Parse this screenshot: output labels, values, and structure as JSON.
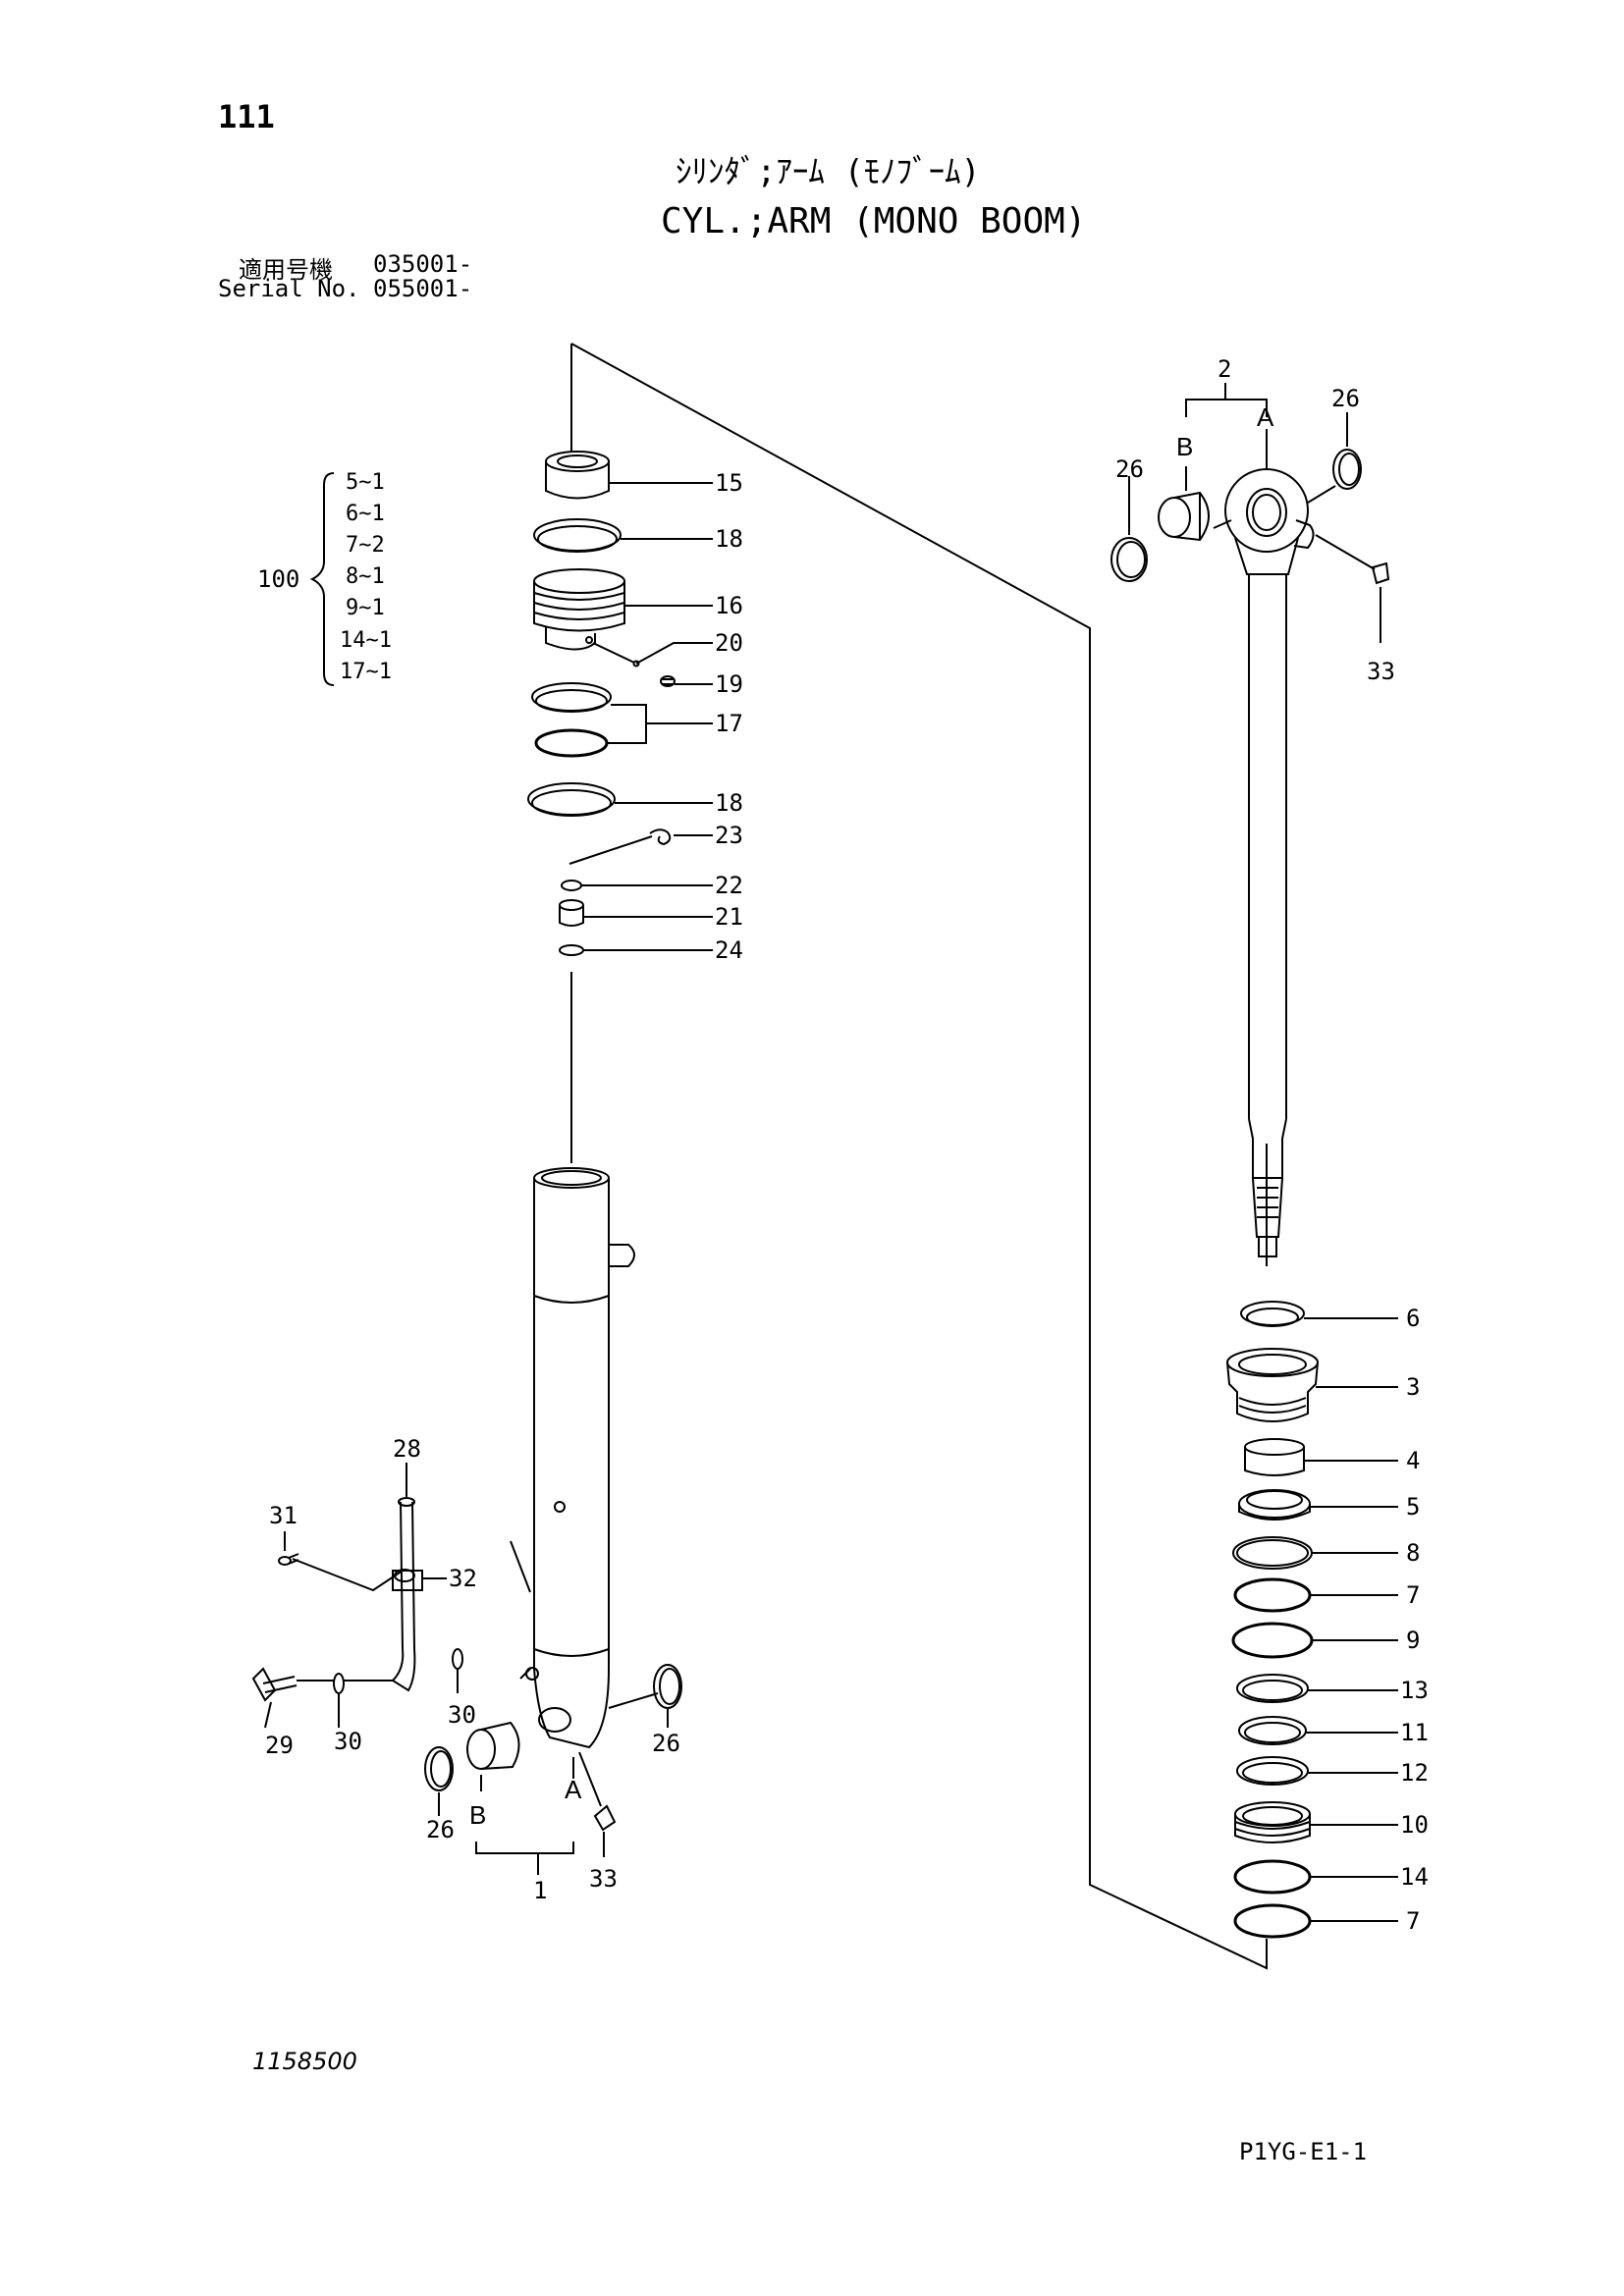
{
  "header": {
    "page_number": "111",
    "title_jp": "ｼﾘﾝﾀﾞ;ｱｰﾑ (ﾓﾉﾌﾞｰﾑ)",
    "title_en": "CYL.;ARM (MONO BOOM)",
    "serial_label_jp": "適用号機",
    "serial_value_jp": "035001-",
    "serial_label_en": "Serial No.",
    "serial_value_en": "055001-"
  },
  "kit": {
    "number": "100",
    "items": [
      "5~1",
      "6~1",
      "7~2",
      "8~1",
      "9~1",
      "14~1",
      "17~1"
    ]
  },
  "callouts": {
    "p15": "15",
    "p18a": "18",
    "p16": "16",
    "p20": "20",
    "p19": "19",
    "p17": "17",
    "p18b": "18",
    "p23": "23",
    "p22": "22",
    "p21": "21",
    "p24": "24",
    "p28": "28",
    "p31": "31",
    "p32": "32",
    "p29": "29",
    "p30a": "30",
    "p30b": "30",
    "p26a": "26",
    "p26b": "26",
    "p1": "1",
    "p33a": "33",
    "labelA1": "A",
    "labelB1": "B",
    "p2": "2",
    "labelA2": "A",
    "labelB2": "B",
    "p26c": "26",
    "p26d": "26",
    "p33b": "33",
    "p6": "6",
    "p3": "3",
    "p4": "4",
    "p5": "5",
    "p8": "8",
    "p7a": "7",
    "p9": "9",
    "p13": "13",
    "p11": "11",
    "p12": "12",
    "p10": "10",
    "p14": "14",
    "p7b": "7"
  },
  "footer": {
    "drawing_number": "1158500",
    "page_code": "P1YG-E1-1"
  }
}
